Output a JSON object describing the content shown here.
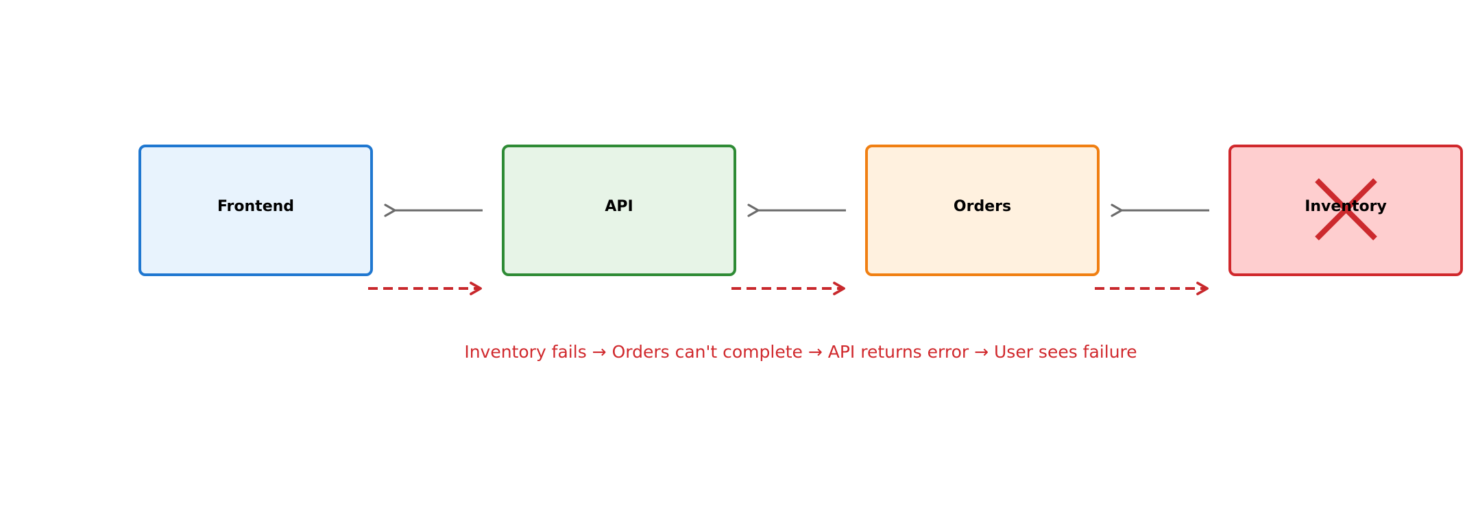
{
  "nodes": [
    {
      "id": "frontend",
      "label": "Frontend",
      "fill": "#e8f3fd",
      "stroke": "#1f77d0",
      "failed": false
    },
    {
      "id": "api",
      "label": "API",
      "fill": "#e7f4e7",
      "stroke": "#2e8b35",
      "failed": false
    },
    {
      "id": "orders",
      "label": "Orders",
      "fill": "#fff1df",
      "stroke": "#f07f12",
      "failed": false
    },
    {
      "id": "inventory",
      "label": "Inventory",
      "fill": "#fececf",
      "stroke": "#d0282c",
      "failed": true
    }
  ],
  "dependency_arrow_color": "#6b6b6b",
  "failure_arrow_color": "#c8282c",
  "failure_mark_color": "#cc2a2e",
  "label_color": "#000000",
  "caption": {
    "text": "Inventory fails → Orders can't complete → API returns error → User sees failure",
    "color": "#d0282c"
  }
}
